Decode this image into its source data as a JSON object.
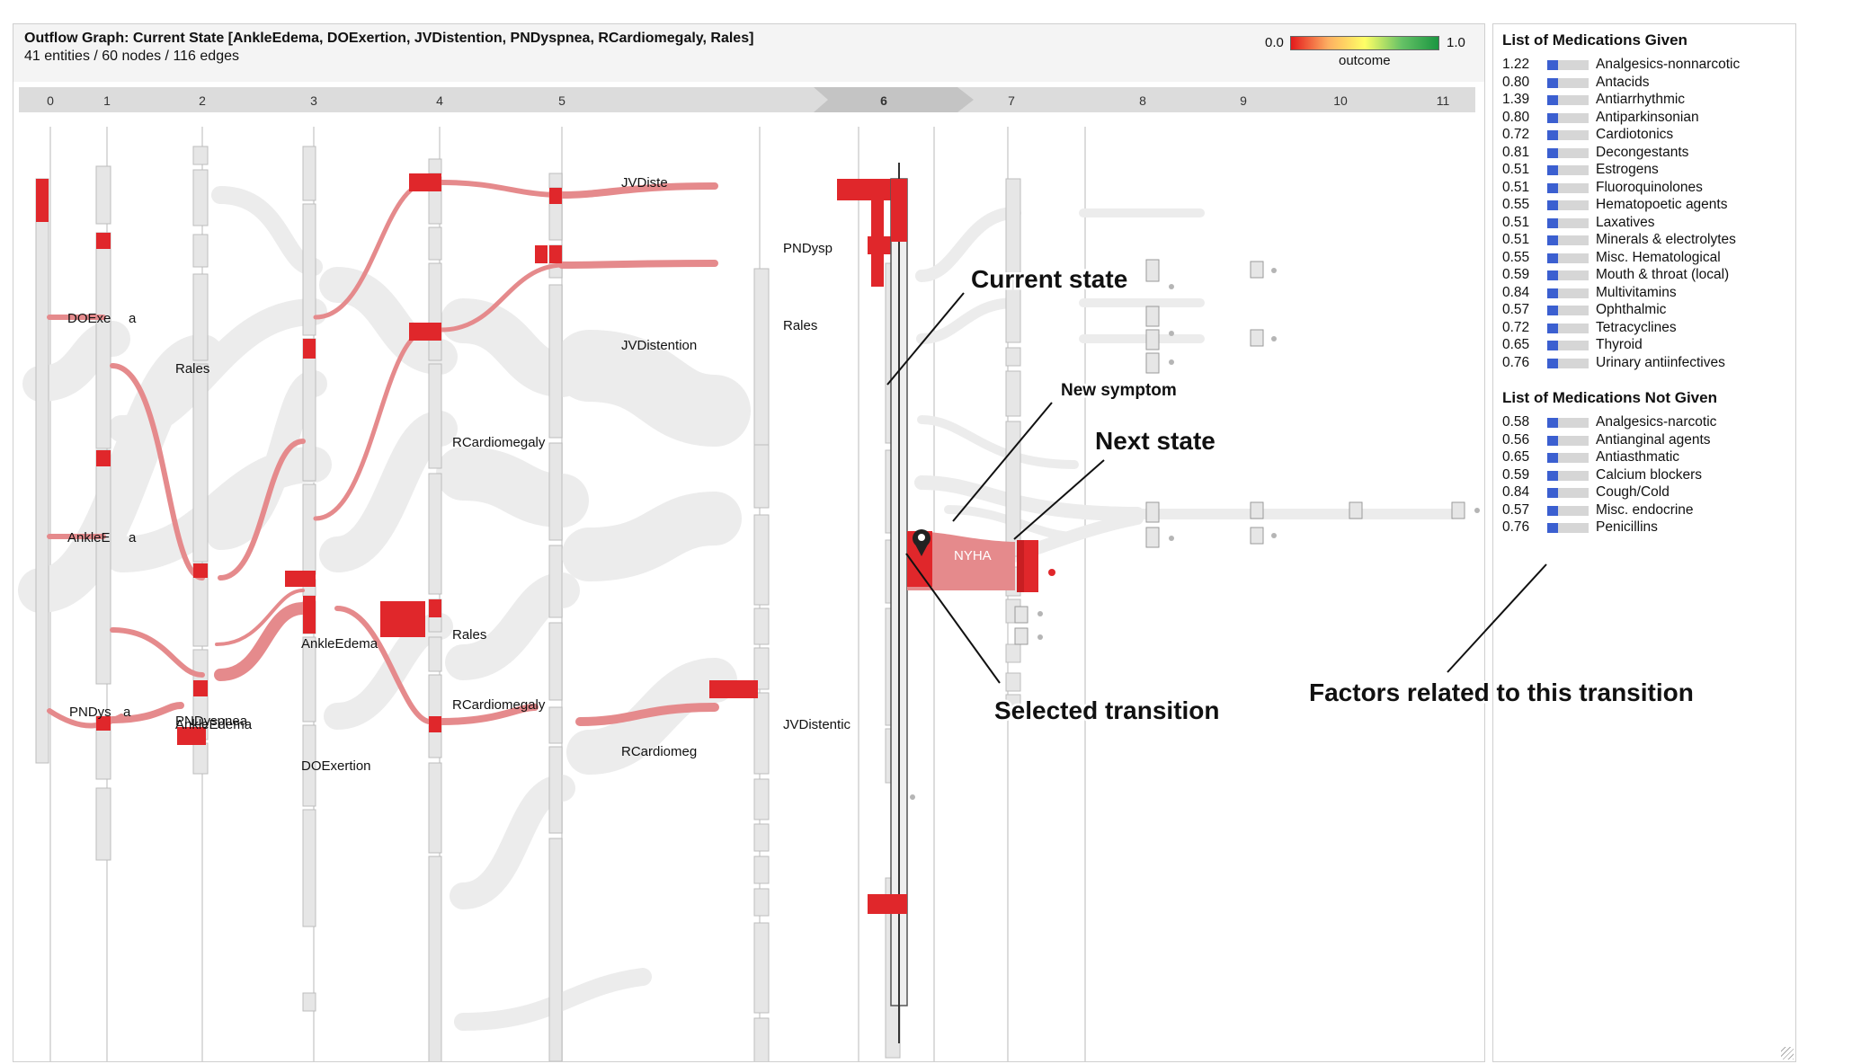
{
  "graph": {
    "title": "Outflow Graph: Current State [AnkleEdema, DOExertion, JVDistention, PNDyspnea, RCardiomegaly, Rales]",
    "subtitle": "41 entities / 60 nodes / 116 edges",
    "legend": {
      "min": "0.0",
      "max": "1.0",
      "label": "outcome"
    },
    "timesteps": [
      "0",
      "1",
      "2",
      "3",
      "4",
      "5",
      "6",
      "7",
      "8",
      "9",
      "10",
      "11"
    ],
    "selected_timestep": "6",
    "node_labels": [
      "DOExe",
      "a",
      "Rales",
      "AnkleE",
      "a",
      "PNDyspnea",
      "PNDys",
      "a",
      "AnkleEdema",
      "DOExertion",
      "AnkleEdema",
      "RCardiomegaly",
      "RCardiomegaly",
      "Rales",
      "JVDiste",
      "JVDistention",
      "RCardiomeg",
      "PNDysp",
      "Rales",
      "JVDistentic",
      "NYHA"
    ],
    "colors": {
      "highlight": "#e0272b",
      "dark": "#231f20",
      "node": "#e6e6e6",
      "flow": "#ececec"
    }
  },
  "annotations": {
    "current_state": "Current state",
    "new_symptom": "New symptom",
    "next_state": "Next state",
    "selected_transition": "Selected transition",
    "factors": "Factors related to this transition"
  },
  "meds_given": {
    "title": "List of Medications Given",
    "items": [
      {
        "value": "1.22",
        "name": "Analgesics-nonnarcotic"
      },
      {
        "value": "0.80",
        "name": "Antacids"
      },
      {
        "value": "1.39",
        "name": "Antiarrhythmic"
      },
      {
        "value": "0.80",
        "name": "Antiparkinsonian"
      },
      {
        "value": "0.72",
        "name": "Cardiotonics"
      },
      {
        "value": "0.81",
        "name": "Decongestants"
      },
      {
        "value": "0.51",
        "name": "Estrogens"
      },
      {
        "value": "0.51",
        "name": "Fluoroquinolones"
      },
      {
        "value": "0.55",
        "name": "Hematopoetic agents"
      },
      {
        "value": "0.51",
        "name": "Laxatives"
      },
      {
        "value": "0.51",
        "name": "Minerals & electrolytes"
      },
      {
        "value": "0.55",
        "name": "Misc. Hematological"
      },
      {
        "value": "0.59",
        "name": "Mouth & throat (local)"
      },
      {
        "value": "0.84",
        "name": "Multivitamins"
      },
      {
        "value": "0.57",
        "name": "Ophthalmic"
      },
      {
        "value": "0.72",
        "name": "Tetracyclines"
      },
      {
        "value": "0.65",
        "name": "Thyroid"
      },
      {
        "value": "0.76",
        "name": "Urinary antiinfectives"
      }
    ]
  },
  "meds_not_given": {
    "title": "List of Medications Not Given",
    "items": [
      {
        "value": "0.58",
        "name": "Analgesics-narcotic"
      },
      {
        "value": "0.56",
        "name": "Antianginal agents"
      },
      {
        "value": "0.65",
        "name": "Antiasthmatic"
      },
      {
        "value": "0.59",
        "name": "Calcium blockers"
      },
      {
        "value": "0.84",
        "name": "Cough/Cold"
      },
      {
        "value": "0.57",
        "name": "Misc. endocrine"
      },
      {
        "value": "0.76",
        "name": "Penicillins"
      }
    ]
  }
}
